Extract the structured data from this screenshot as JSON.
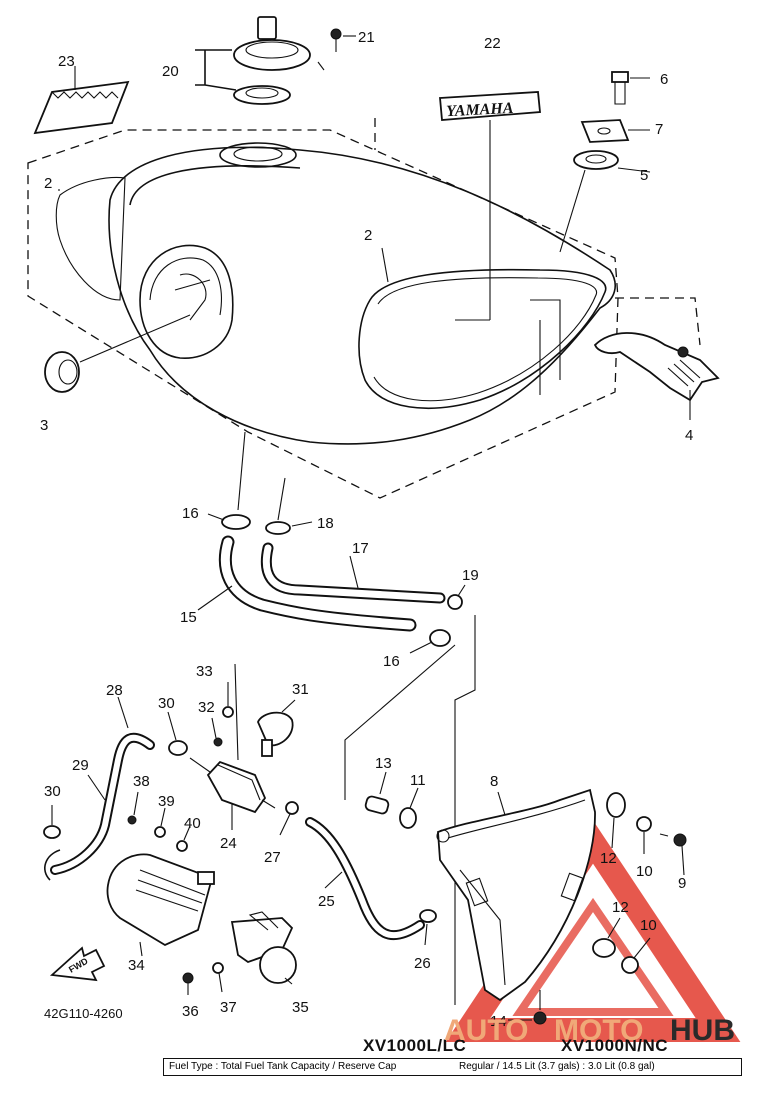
{
  "diagram": {
    "part_numbers": [
      "2",
      "2",
      "3",
      "4",
      "5",
      "6",
      "7",
      "8",
      "9",
      "10",
      "10",
      "11",
      "12",
      "12",
      "13",
      "14",
      "15",
      "16",
      "16",
      "17",
      "18",
      "19",
      "20",
      "21",
      "22",
      "23",
      "24",
      "25",
      "26",
      "27",
      "28",
      "29",
      "30",
      "30",
      "31",
      "32",
      "33",
      "34",
      "35",
      "36",
      "37",
      "38",
      "39",
      "40"
    ],
    "tank_emblem": "YAMAHA",
    "arrow_label": "FWD",
    "figure_code": "42G110-4260",
    "model_left": "XV1000L/LC",
    "model_right": "XV1000N/NC",
    "watermark": {
      "part1": "AUTO",
      "part2": "MOTO",
      "part3": "HUB"
    },
    "footer": {
      "fuel_type": "Fuel Type : Total Fuel Tank Capacity / Reserve Cap",
      "capacity": "Regular / 14.5 Lit (3.7 gals) : 3.0 Lit (0.8 gal)"
    }
  },
  "colors": {
    "line": "#111111",
    "watermark_red": "#e23b2e",
    "watermark_orange": "#f0a878",
    "watermark_dark": "#2a2a2a"
  }
}
